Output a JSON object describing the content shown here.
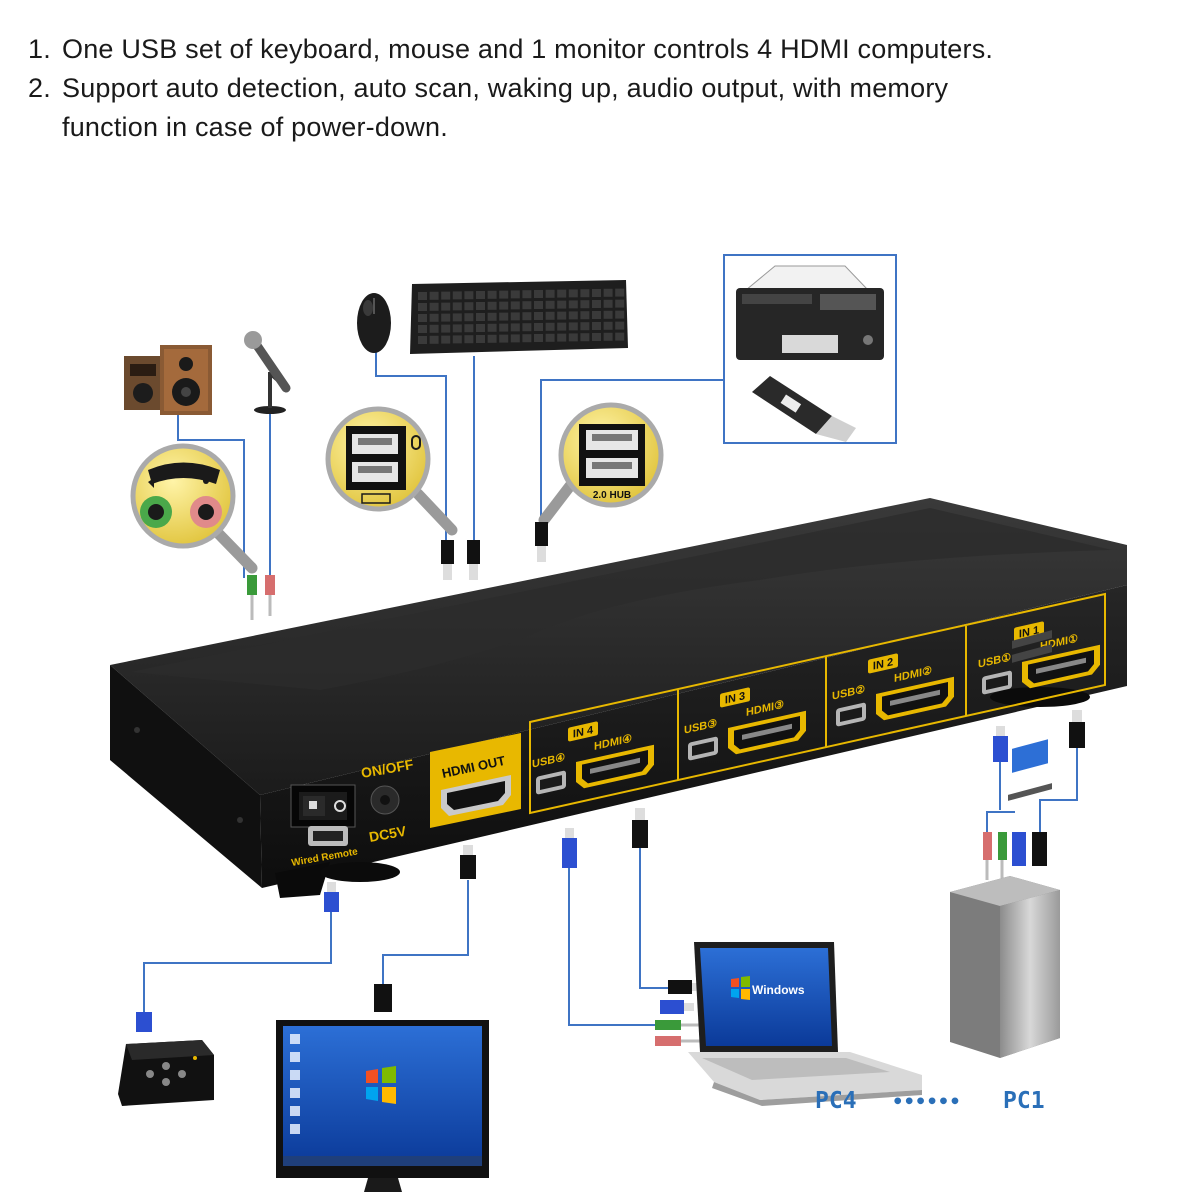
{
  "intro": {
    "line1_num": "1.",
    "line1": "One USB set of keyboard, mouse and 1 monitor controls 4 HDMI computers.",
    "line2_num": "2.",
    "line2a": "Support auto detection, auto scan, waking up, audio output, with memory",
    "line2b": "function in case of power-down."
  },
  "device": {
    "ports": [
      {
        "group": "IN 1",
        "usb": "USB①",
        "hdmi": "HDMI①"
      },
      {
        "group": "IN 2",
        "usb": "USB②",
        "hdmi": "HDMI②"
      },
      {
        "group": "IN 3",
        "usb": "USB③",
        "hdmi": "HDMI③"
      },
      {
        "group": "IN 4",
        "usb": "USB④",
        "hdmi": "HDMI④"
      }
    ],
    "hdmi_out": "HDMI OUT",
    "on_off": "ON/OFF",
    "dc5v": "DC5V",
    "wired_remote": "Wired Remote",
    "hub": "2.0 HUB",
    "laptop_brand": "Windows"
  },
  "labels": {
    "pc4": "PC4",
    "dots": "••••••",
    "pc1": "PC1"
  },
  "colors": {
    "device_body": "#161616",
    "panel_accent": "#e8b800",
    "usb_cable": "#2c4fd1",
    "green_jack": "#3a9a3a",
    "pink_jack": "#d66e6e",
    "label_blue": "#2a6fb8"
  }
}
